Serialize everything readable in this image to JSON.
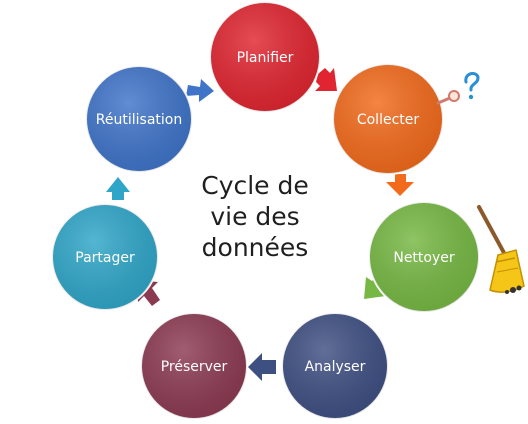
{
  "center": {
    "line1": "Cycle de",
    "line2": "vie des",
    "line3": "données"
  },
  "stages": [
    {
      "label": "Planifier",
      "color": "#e02530"
    },
    {
      "label": "Collecter",
      "color": "#f26a1b"
    },
    {
      "label": "Nettoyer",
      "color": "#76b843"
    },
    {
      "label": "Analyser",
      "color": "#3e4f82"
    },
    {
      "label": "Préserver",
      "color": "#8c3a52"
    },
    {
      "label": "Partager",
      "color": "#2fa6c8"
    },
    {
      "label": "Réutilisation",
      "color": "#3f74c9"
    }
  ],
  "icons": {
    "magnifier": "magnifier-question-icon",
    "broom": "broom-icon"
  }
}
